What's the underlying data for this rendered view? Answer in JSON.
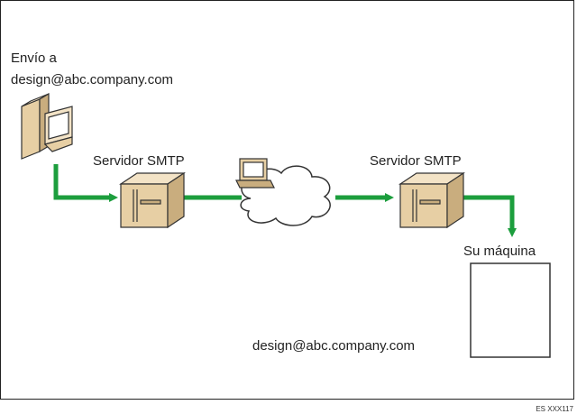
{
  "sender": {
    "line1": "Envío a",
    "line2": "design@abc.company.com"
  },
  "smtp_left": {
    "label": "Servidor SMTP"
  },
  "smtp_right": {
    "label": "Servidor SMTP"
  },
  "destination": {
    "label": "Su máquina"
  },
  "recipient": {
    "label": "design@abc.company.com"
  },
  "figure_code": "ES XXX117",
  "colors": {
    "arrow": "#1c9e3d",
    "box_light": "#f3e3c6",
    "box_mid": "#e7cfa4",
    "box_dark": "#c9ad7e",
    "outline": "#333333"
  }
}
